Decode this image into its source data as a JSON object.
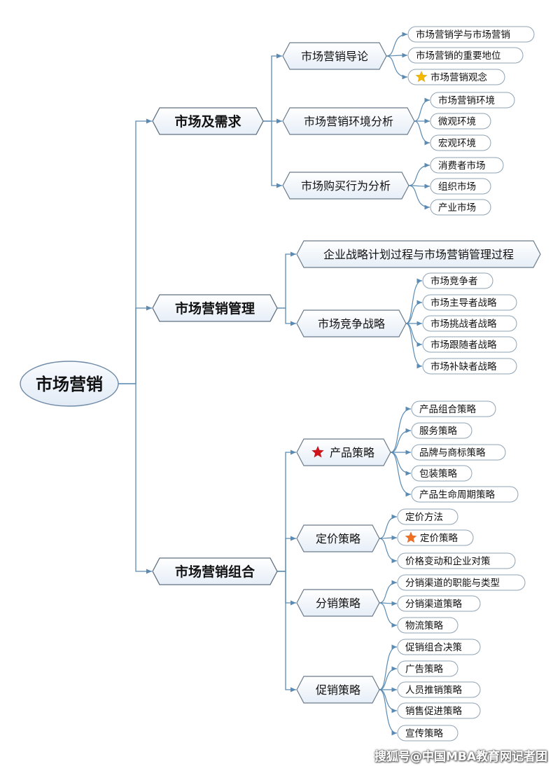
{
  "root": {
    "label": "市场营销"
  },
  "branches": [
    {
      "label": "市场及需求",
      "children": [
        {
          "label": "市场营销导论",
          "children": [
            {
              "label": "市场营销学与市场营销"
            },
            {
              "label": "市场营销的重要地位"
            },
            {
              "label": "市场营销观念",
              "star": "gold"
            }
          ]
        },
        {
          "label": "市场营销环境分析",
          "children": [
            {
              "label": "市场营销环境"
            },
            {
              "label": "微观环境"
            },
            {
              "label": "宏观环境"
            }
          ]
        },
        {
          "label": "市场购买行为分析",
          "children": [
            {
              "label": "消费者市场"
            },
            {
              "label": "组织市场"
            },
            {
              "label": "产业市场"
            }
          ]
        }
      ]
    },
    {
      "label": "市场营销管理",
      "children": [
        {
          "label": "企业战略计划过程与市场营销管理过程",
          "children": []
        },
        {
          "label": "市场竞争战略",
          "children": [
            {
              "label": "市场竞争者"
            },
            {
              "label": "市场主导者战略"
            },
            {
              "label": "市场挑战者战略"
            },
            {
              "label": "市场跟随者战略"
            },
            {
              "label": "市场补缺者战略"
            }
          ]
        }
      ]
    },
    {
      "label": "市场营销组合",
      "children": [
        {
          "label": "产品策略",
          "star": "red",
          "children": [
            {
              "label": "产品组合策略"
            },
            {
              "label": "服务策略"
            },
            {
              "label": "品牌与商标策略"
            },
            {
              "label": "包装策略"
            },
            {
              "label": "产品生命周期策略"
            }
          ]
        },
        {
          "label": "定价策略",
          "children": [
            {
              "label": "定价方法"
            },
            {
              "label": "定价策略",
              "star": "orange"
            },
            {
              "label": "价格变动和企业对策"
            }
          ]
        },
        {
          "label": "分销策略",
          "children": [
            {
              "label": "分销渠道的职能与类型"
            },
            {
              "label": "分销渠道策略"
            },
            {
              "label": "物流策略"
            }
          ]
        },
        {
          "label": "促销策略",
          "children": [
            {
              "label": "促销组合决策"
            },
            {
              "label": "广告策略"
            },
            {
              "label": "人员推销策略"
            },
            {
              "label": "销售促进策略"
            },
            {
              "label": "宣传策略"
            }
          ]
        }
      ]
    }
  ],
  "watermark": "搜狐号@中国MBA教育网记者团",
  "colors": {
    "line": "#5b8bb3",
    "node_border": "#556b80",
    "node_fill_top": "#ffffff",
    "node_fill_bottom": "#e9f0f8",
    "star_gold": "#f5b800",
    "star_red": "#d0121b",
    "star_orange": "#f07020"
  }
}
